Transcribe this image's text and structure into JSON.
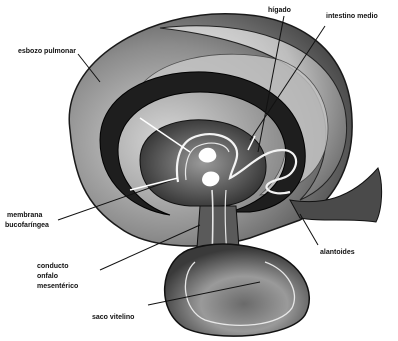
{
  "labels": {
    "esbozo_pulmonar": "esbozo pulmonar",
    "higado": "hígado",
    "intestino_medio": "intestino medio",
    "membrana_line1": "membrana",
    "membrana_line2": "bucofaríngea",
    "conducto_line1": "conducto",
    "conducto_line2": "onfalo",
    "conducto_line3": "mesentérico",
    "alantoides": "alantoides",
    "saco_vitelino": "saco vitelino"
  },
  "colors": {
    "ink": "#111111",
    "dark_tissue": "#2a2a2a",
    "mid_tissue": "#8a8a8a",
    "light_tissue": "#c8c8c8"
  }
}
